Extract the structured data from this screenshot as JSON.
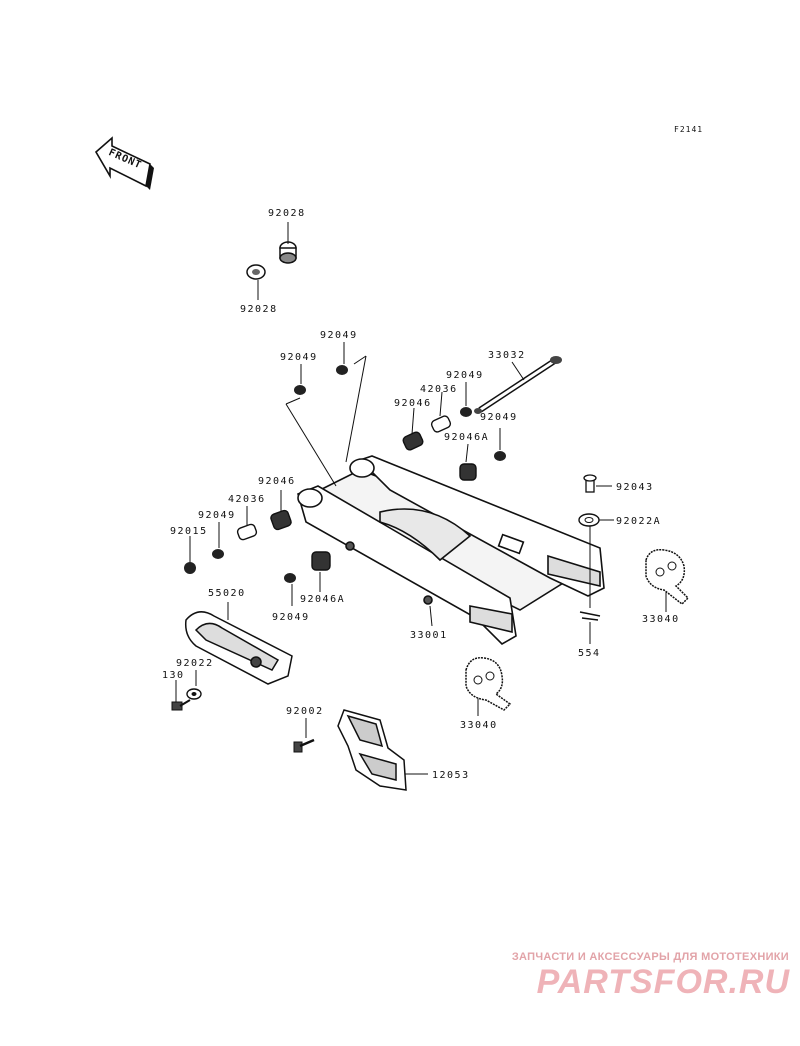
{
  "figure_code": "F2141",
  "front_label": "FRONT",
  "callouts": {
    "p92028_top": "92028",
    "p92028_bottom": "92028",
    "p92049_a": "92049",
    "p92049_b": "92049",
    "p33032": "33032",
    "p92049_c": "92049",
    "p42036_top": "42036",
    "p92046_top": "92046",
    "p92046A_top": "92046A",
    "p92049_d": "92049",
    "p92043": "92043",
    "p92022A": "92022A",
    "p92046_left": "92046",
    "p42036_left": "42036",
    "p92049_e": "92049",
    "p92015": "92015",
    "p55020": "55020",
    "p92049_f": "92049",
    "p92046A_bottom": "92046A",
    "p33001": "33001",
    "p554": "554",
    "p33040_right": "33040",
    "p92022": "92022",
    "p130": "130",
    "p33040_center": "33040",
    "p92002": "92002",
    "p12053": "12053"
  },
  "watermark": {
    "tagline": "ЗАПЧАСТИ И АКСЕССУАРЫ ДЛЯ МОТОТЕХНИКИ",
    "brand": "PARTSFOR.RU"
  }
}
